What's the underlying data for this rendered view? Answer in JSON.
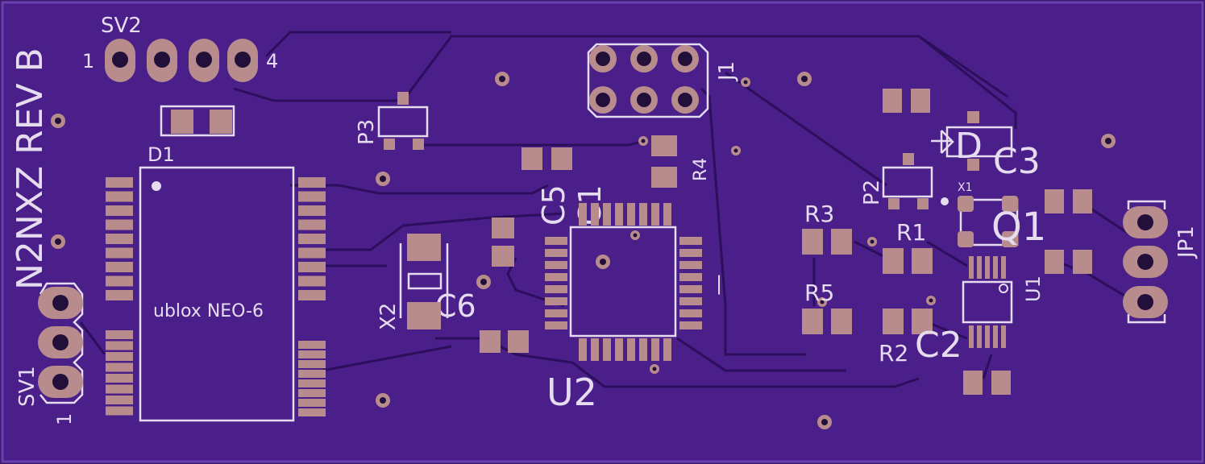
{
  "board": {
    "title": "N2NXZ REV B",
    "colors": {
      "board": "#4a1f8a",
      "copper": "#b88c8c",
      "silkscreen": "#e6dcf0",
      "trace": "#2c0f5c"
    }
  },
  "labels": {
    "sv2": "SV2",
    "sv2_pin1": "1",
    "sv2_pin4": "4",
    "d1": "D1",
    "j1": "J1",
    "p3": "P3",
    "r4": "R4",
    "c5": "C5",
    "c1": "C1",
    "r3": "R3",
    "r5": "R5",
    "r1": "R1",
    "r2": "R2",
    "c2": "C2",
    "c3": "C3",
    "p2": "P2",
    "x1": "X1",
    "d2": "D",
    "q1": "Q1",
    "u1": "U1",
    "jp1": "JP1",
    "sv1": "SV1",
    "sv1_pin1": "1",
    "x2": "X2",
    "c6": "C6",
    "u2": "U2",
    "module": "ublox NEO-6",
    "u2_marker": "|"
  }
}
